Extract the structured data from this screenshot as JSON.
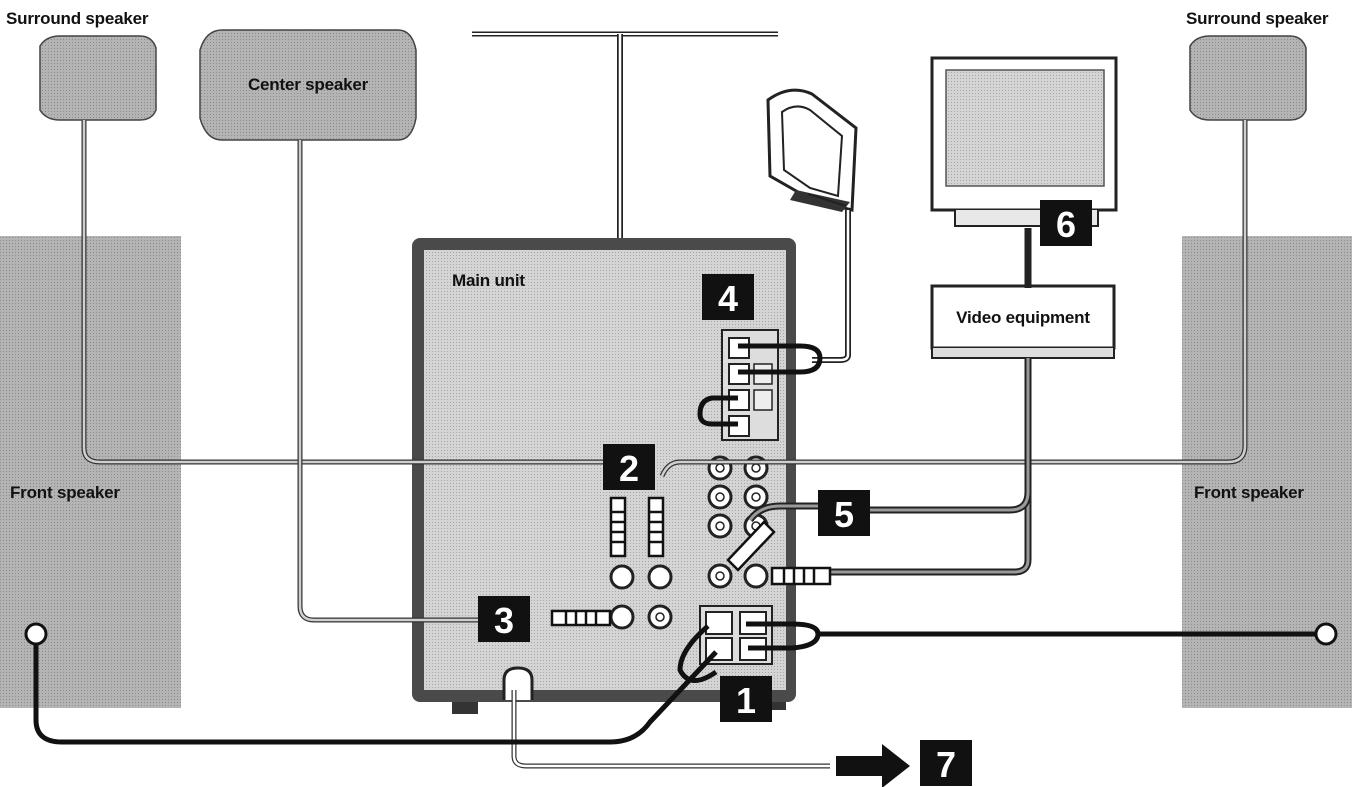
{
  "labels": {
    "surround_left": "Surround speaker",
    "surround_right": "Surround speaker",
    "center": "Center speaker",
    "front_left": "Front speaker",
    "front_right": "Front speaker",
    "main_unit": "Main unit",
    "video_equipment": "Video equipment"
  },
  "steps": [
    "1",
    "2",
    "3",
    "4",
    "5",
    "6",
    "7"
  ],
  "colors": {
    "speaker_fill": "#a9a9a9",
    "unit_fill": "#c9c9c9",
    "unit_frame": "#4a4a4a",
    "badge": "#111111",
    "cable": "#111111"
  }
}
